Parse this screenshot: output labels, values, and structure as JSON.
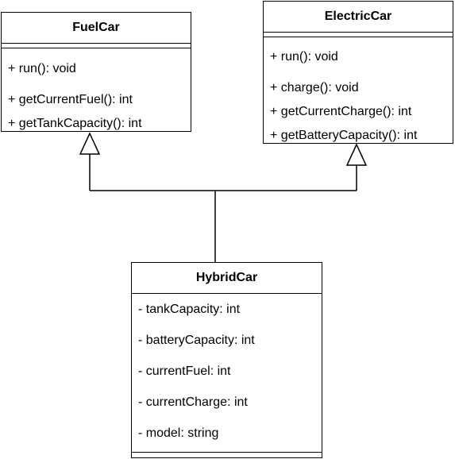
{
  "classes": {
    "fuel": {
      "name": "FuelCar",
      "methods": [
        "+ run(): void",
        "+ getCurrentFuel(): int",
        "+ getTankCapacity(): int"
      ]
    },
    "electric": {
      "name": "ElectricCar",
      "methods": [
        "+ run(): void",
        "+ charge(): void",
        "+ getCurrentCharge(): int",
        "+ getBatteryCapacity(): int"
      ]
    },
    "hybrid": {
      "name": "HybridCar",
      "attributes": [
        "- tankCapacity: int",
        "- batteryCapacity: int",
        "- currentFuel: int",
        "- currentCharge: int",
        "- model: string"
      ]
    }
  }
}
